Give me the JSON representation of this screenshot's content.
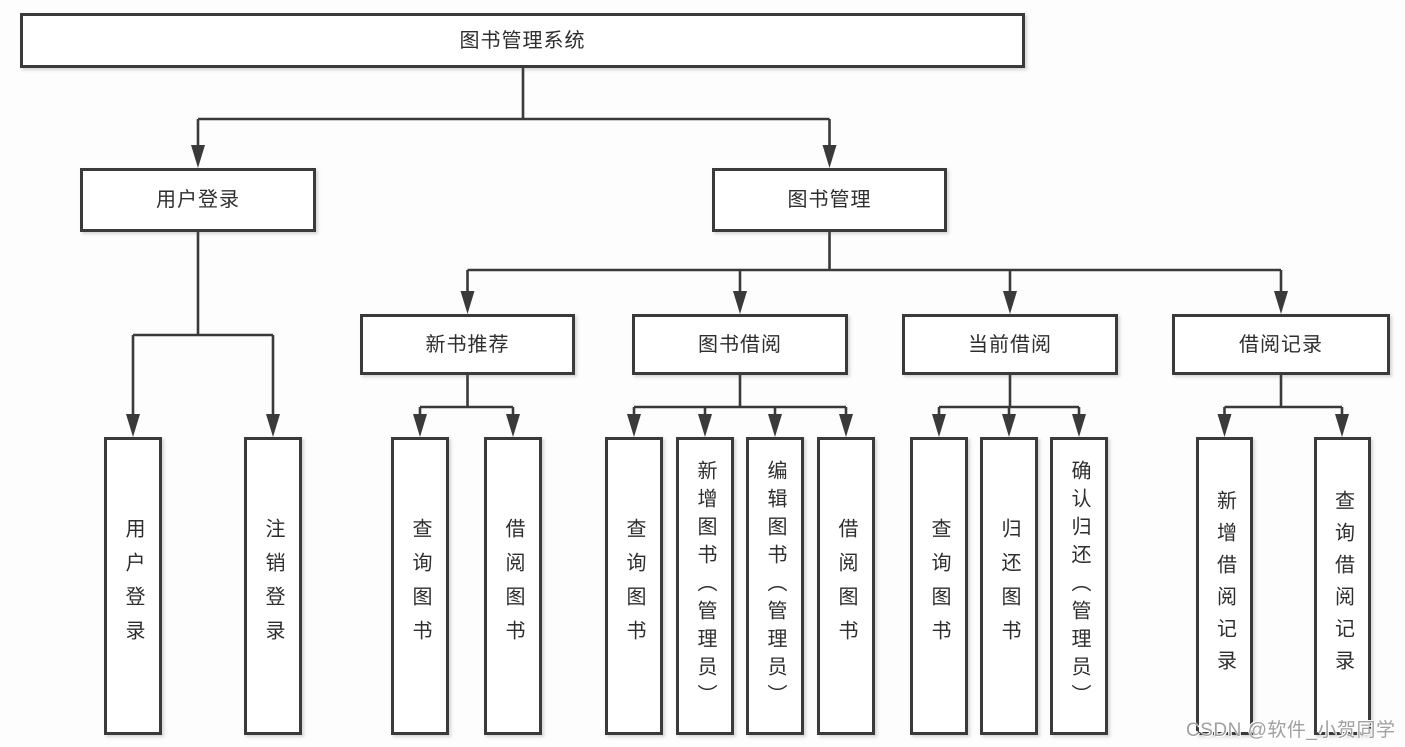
{
  "diagram": {
    "title": "图书管理系统",
    "nodes": [
      {
        "id": "root",
        "label": "图书管理系统"
      },
      {
        "id": "user-login",
        "label": "用户登录"
      },
      {
        "id": "book-management",
        "label": "图书管理"
      },
      {
        "id": "new-book-recommend",
        "label": "新书推荐"
      },
      {
        "id": "book-borrowing",
        "label": "图书借阅"
      },
      {
        "id": "current-borrowing",
        "label": "当前借阅"
      },
      {
        "id": "borrow-records",
        "label": "借阅记录"
      },
      {
        "id": "leaf-user-login",
        "label": "用户登录"
      },
      {
        "id": "leaf-logout",
        "label": "注销登录"
      },
      {
        "id": "leaf-query-books-rec",
        "label": "查询图书"
      },
      {
        "id": "leaf-borrow-books-rec",
        "label": "借阅图书"
      },
      {
        "id": "leaf-query-books-bor",
        "label": "查询图书"
      },
      {
        "id": "leaf-add-book-admin",
        "label": "新增图书（管理员）"
      },
      {
        "id": "leaf-edit-book-admin",
        "label": "编辑图书（管理员）"
      },
      {
        "id": "leaf-borrow-books-bor",
        "label": "借阅图书"
      },
      {
        "id": "leaf-query-books-cur",
        "label": "查询图书"
      },
      {
        "id": "leaf-return-books",
        "label": "归还图书"
      },
      {
        "id": "leaf-confirm-return-admin",
        "label": "确认归还（管理员）"
      },
      {
        "id": "leaf-add-borrow-record",
        "label": "新增借阅记录"
      },
      {
        "id": "leaf-query-borrow-record",
        "label": "查询借阅记录"
      }
    ],
    "edges": [
      {
        "from": "root",
        "to": "user-login"
      },
      {
        "from": "root",
        "to": "book-management"
      },
      {
        "from": "user-login",
        "to": "leaf-user-login"
      },
      {
        "from": "user-login",
        "to": "leaf-logout"
      },
      {
        "from": "book-management",
        "to": "new-book-recommend"
      },
      {
        "from": "book-management",
        "to": "book-borrowing"
      },
      {
        "from": "book-management",
        "to": "current-borrowing"
      },
      {
        "from": "book-management",
        "to": "borrow-records"
      },
      {
        "from": "new-book-recommend",
        "to": "leaf-query-books-rec"
      },
      {
        "from": "new-book-recommend",
        "to": "leaf-borrow-books-rec"
      },
      {
        "from": "book-borrowing",
        "to": "leaf-query-books-bor"
      },
      {
        "from": "book-borrowing",
        "to": "leaf-add-book-admin"
      },
      {
        "from": "book-borrowing",
        "to": "leaf-edit-book-admin"
      },
      {
        "from": "book-borrowing",
        "to": "leaf-borrow-books-bor"
      },
      {
        "from": "current-borrowing",
        "to": "leaf-query-books-cur"
      },
      {
        "from": "current-borrowing",
        "to": "leaf-return-books"
      },
      {
        "from": "current-borrowing",
        "to": "leaf-confirm-return-admin"
      },
      {
        "from": "borrow-records",
        "to": "leaf-add-borrow-record"
      },
      {
        "from": "borrow-records",
        "to": "leaf-query-borrow-record"
      }
    ],
    "colors": {
      "line": "#3a3a3a",
      "box_border": "#3a3a3a",
      "box_fill": "#ffffff",
      "text": "#2e2e2e",
      "background": "#fdfdfd",
      "watermark": "#a0a0a0"
    }
  },
  "watermark": {
    "text": "CSDN @软件_小贺同学"
  }
}
